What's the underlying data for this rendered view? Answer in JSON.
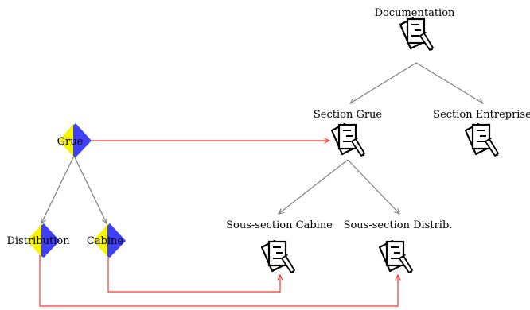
{
  "documentation": {
    "root": {
      "label": "Documentation",
      "icon": "document-pen-icon"
    },
    "section_grue": {
      "label": "Section Grue",
      "icon": "document-pen-icon"
    },
    "section_entreprise": {
      "label": "Section Entreprise",
      "icon": "document-pen-icon"
    },
    "subsection_cabine": {
      "label": "Sous-section Cabine",
      "icon": "document-pen-icon"
    },
    "subsection_distrib": {
      "label": "Sous-section Distrib.",
      "icon": "document-pen-icon"
    }
  },
  "components": {
    "grue": {
      "label": "Grue",
      "icon": "component-diamond-icon"
    },
    "distribution": {
      "label": "Distribution",
      "icon": "component-diamond-icon"
    },
    "cabine": {
      "label": "Cabine",
      "icon": "component-diamond-icon"
    }
  },
  "colors": {
    "tree_edge": "#808080",
    "link_edge": "#ff3333",
    "diamond_yellow": "#f5f500",
    "diamond_blue": "#3f3ff5"
  }
}
